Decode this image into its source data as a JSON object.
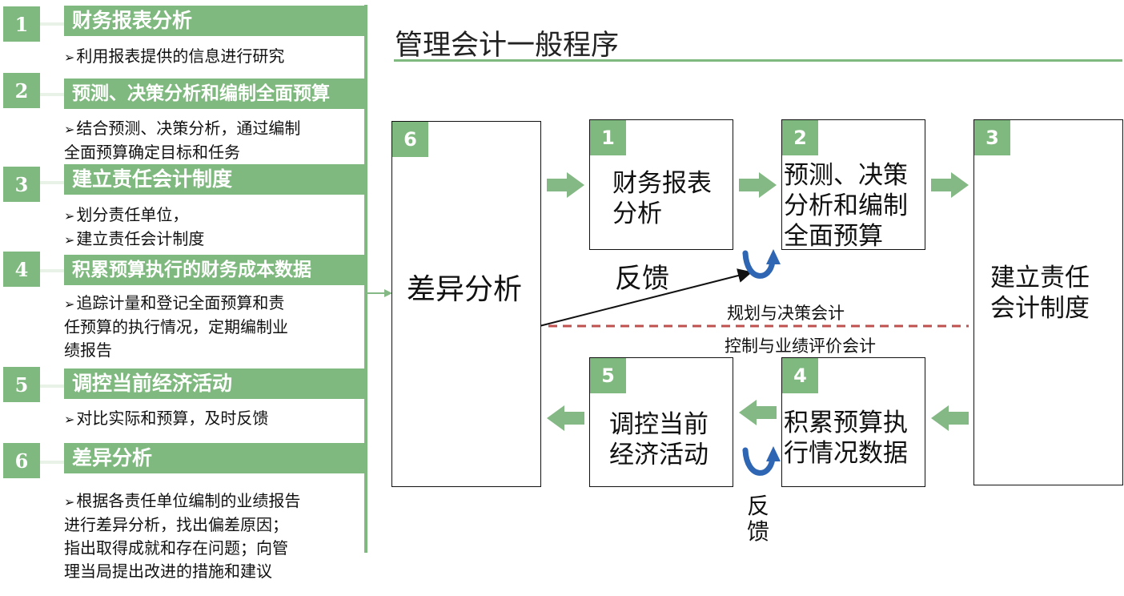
{
  "left_steps": [
    {
      "num": "1",
      "title": "财务报表分析",
      "desc": [
        "利用报表提供的信息进行研究"
      ]
    },
    {
      "num": "2",
      "title": "预测、决策分析和编制全面预算",
      "desc": [
        "结合预测、决策分析，通过编制",
        "全面预算确定目标和任务"
      ]
    },
    {
      "num": "3",
      "title": "建立责任会计制度",
      "desc": [
        "划分责任单位，",
        "建立责任会计制度"
      ]
    },
    {
      "num": "4",
      "title": "积累预算执行的财务成本数据",
      "desc": [
        "追踪计量和登记全面预算和责",
        "任预算的执行情况，定期编制业",
        "绩报告"
      ]
    },
    {
      "num": "5",
      "title": "调控当前经济活动",
      "desc": [
        "对比实际和预算，及时反馈"
      ]
    },
    {
      "num": "6",
      "title": "差异分析",
      "desc": [
        "根据各责任单位编制的业绩报告",
        "进行差异分析，找出偏差原因；",
        "指出取得成就和存在问题；向管",
        "理当局提出改进的措施和建议"
      ]
    }
  ],
  "diagram": {
    "title": "管理会计一般程序",
    "boxes": {
      "b6": {
        "num": "6",
        "text": "差异分析"
      },
      "b1": {
        "num": "1",
        "lines": [
          "财务报表",
          "分析"
        ]
      },
      "b2": {
        "num": "2",
        "lines": [
          "预测、决策",
          "分析和编制",
          "全面预算"
        ]
      },
      "b3": {
        "num": "3",
        "lines": [
          "建立责任",
          "会计制度"
        ]
      },
      "b4": {
        "num": "4",
        "lines": [
          "积累预算执",
          "行情况数据"
        ]
      },
      "b5": {
        "num": "5",
        "lines": [
          "调控当前",
          "经济活动"
        ]
      }
    },
    "feedback_top": "反馈",
    "feedback_bottom": [
      "反",
      "馈"
    ],
    "upper_label": "规划与决策会计",
    "lower_label": "控制与业绩评价会计"
  },
  "colors": {
    "accent": "#7fb97f",
    "arrow": "#84b884",
    "curl": "#2f66b3",
    "dashed": "#c0504d"
  }
}
